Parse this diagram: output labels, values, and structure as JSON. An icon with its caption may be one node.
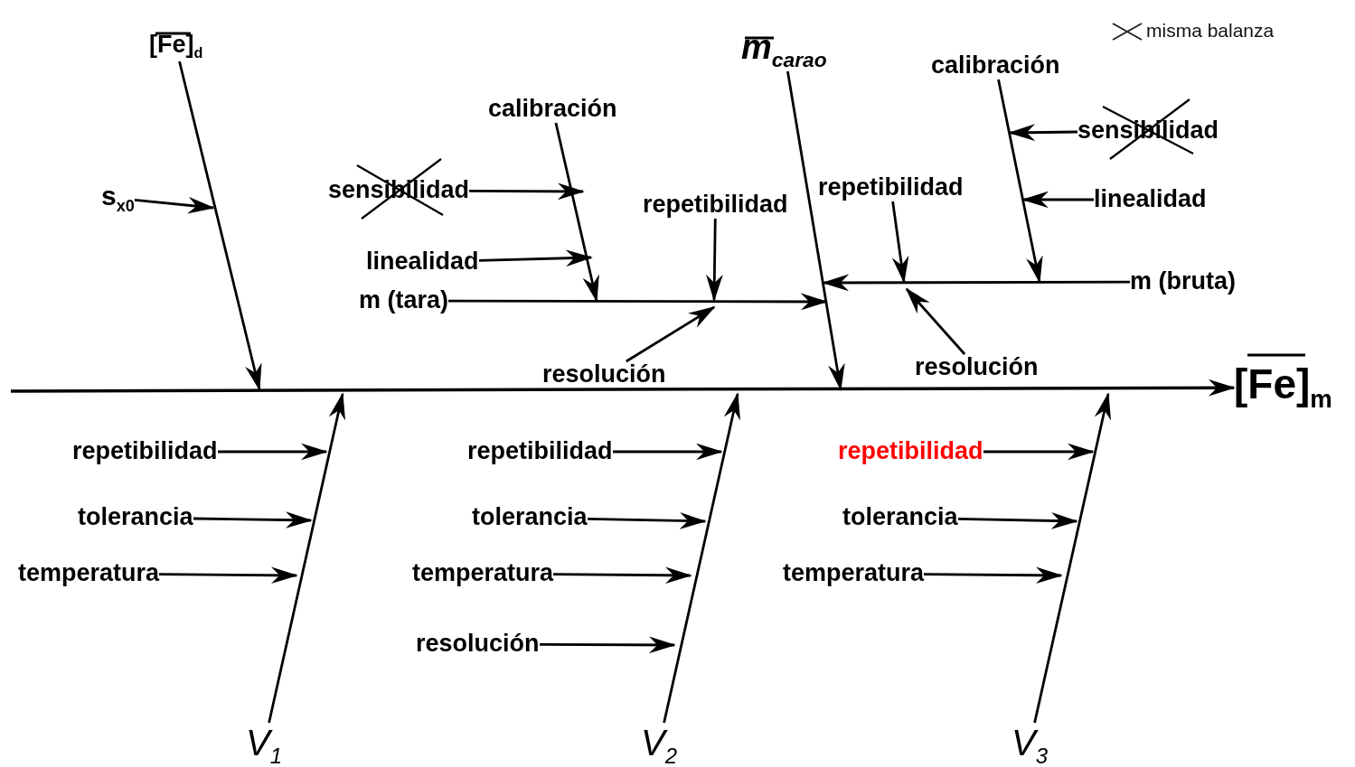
{
  "diagram": {
    "nodes": [
      {
        "text": [
          "[Fe]$_{d}$"
        ]
      },
      {
        "text": [
          "s$_{x0}$"
        ]
      },
      {
        "text": [
          "m$_{carao}$"
        ]
      },
      {
        "text": [
          "calibración"
        ]
      },
      {
        "text": [
          "sensibilidad"
        ]
      },
      {
        "text": [
          "linealidad"
        ]
      },
      {
        "text": [
          "m (tara)"
        ]
      },
      {
        "text": [
          "repetibilidad"
        ]
      },
      {
        "text": [
          "resolución"
        ]
      },
      {
        "text": [
          "calibración"
        ]
      },
      {
        "text": [
          "sensibilidad"
        ]
      },
      {
        "text": [
          "linealidad"
        ]
      },
      {
        "text": [
          "repetibilidad"
        ]
      },
      {
        "text": [
          "m (bruta)"
        ]
      },
      {
        "text": [
          "resolución"
        ]
      },
      {
        "text": [
          "[Fe]$_{m}$"
        ]
      },
      {
        "text": [
          "repetibilidad"
        ]
      },
      {
        "text": [
          "tolerancia"
        ]
      },
      {
        "text": [
          "temperatura"
        ]
      },
      {
        "text": [
          "V$_{1}$"
        ]
      },
      {
        "text": [
          "repetibilidad"
        ]
      },
      {
        "text": [
          "tolerancia"
        ]
      },
      {
        "text": [
          "temperatura"
        ]
      },
      {
        "text": [
          "resolución"
        ]
      },
      {
        "text": [
          "V$_{2}$"
        ]
      },
      {
        "text": [
          "repetibilidad"
        ]
      },
      {
        "text": [
          "tolerancia"
        ]
      },
      {
        "text": [
          "temperatura"
        ]
      },
      {
        "text": [
          "V$_{3}$"
        ]
      }
    ],
    "edges": [
      {
        "from": null,
        "to": 15,
        "arrow": "to"
      },
      {
        "from": 0,
        "to": null,
        "arrow": "to"
      },
      {
        "from": 1,
        "to": null,
        "arrow": "to"
      },
      {
        "from": 2,
        "to": null,
        "arrow": "to"
      },
      {
        "from": 3,
        "to": null,
        "arrow": "to"
      },
      {
        "from": 4,
        "to": null,
        "arrow": "to"
      },
      {
        "from": 5,
        "to": null,
        "arrow": "to"
      },
      {
        "from": 6,
        "to": null,
        "arrow": "to"
      },
      {
        "from": 7,
        "to": null,
        "arrow": "to"
      },
      {
        "from": 8,
        "to": null,
        "arrow": "to"
      },
      {
        "from": 9,
        "to": null,
        "arrow": "to"
      },
      {
        "from": 10,
        "to": null,
        "arrow": "to"
      },
      {
        "from": 11,
        "to": null,
        "arrow": "to"
      },
      {
        "from": 12,
        "to": null,
        "arrow": "to"
      },
      {
        "from": 13,
        "to": null,
        "arrow": "to"
      },
      {
        "from": 14,
        "to": null,
        "arrow": "to"
      },
      {
        "from": 16,
        "to": null,
        "arrow": "to"
      },
      {
        "from": 17,
        "to": null,
        "arrow": "to"
      },
      {
        "from": 18,
        "to": null,
        "arrow": "to"
      },
      {
        "from": 19,
        "to": null,
        "arrow": "to"
      },
      {
        "from": 20,
        "to": null,
        "arrow": "to"
      },
      {
        "from": 21,
        "to": null,
        "arrow": "to"
      },
      {
        "from": 22,
        "to": null,
        "arrow": "to"
      },
      {
        "from": 23,
        "to": null,
        "arrow": "to"
      },
      {
        "from": 24,
        "to": null,
        "arrow": "to"
      },
      {
        "from": 25,
        "to": null,
        "arrow": "to"
      },
      {
        "from": 26,
        "to": null,
        "arrow": "to"
      },
      {
        "from": 27,
        "to": null,
        "arrow": "to"
      },
      {
        "from": 28,
        "to": null,
        "arrow": "to"
      }
    ],
    "legend": [
      {
        "text": "misma balanza"
      }
    ]
  }
}
